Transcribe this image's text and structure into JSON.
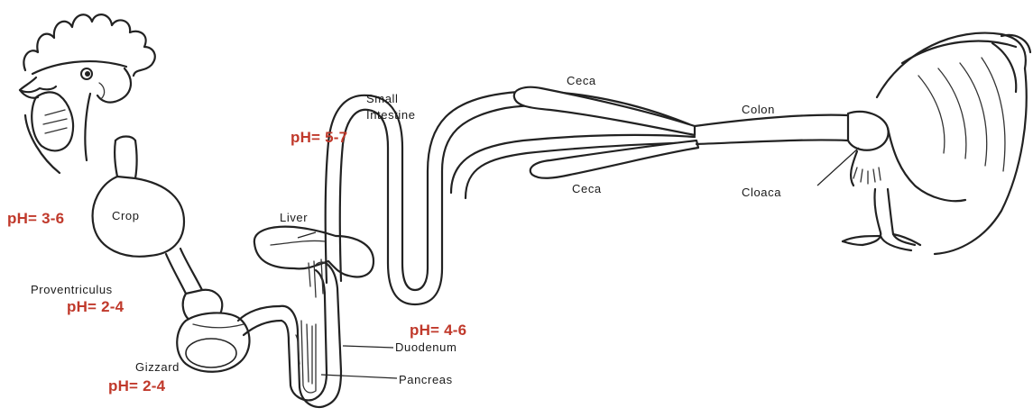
{
  "colors": {
    "ph_text": "#c0392b",
    "ink": "#222222",
    "background": "#ffffff"
  },
  "labels": {
    "crop": "Crop",
    "proventriculus": "Proventriculus",
    "gizzard": "Gizzard",
    "liver": "Liver",
    "small_intestine_line1": "Small",
    "small_intestine_line2": "Intestine",
    "duodenum": "Duodenum",
    "pancreas": "Pancreas",
    "ceca_upper": "Ceca",
    "ceca_lower": "Ceca",
    "colon": "Colon",
    "cloaca": "Cloaca"
  },
  "ph": {
    "crop": "pH= 3-6",
    "proventriculus": "pH= 2-4",
    "gizzard": "pH= 2-4",
    "small_intestine": "pH= 5-7",
    "duodenum": "pH= 4-6"
  }
}
